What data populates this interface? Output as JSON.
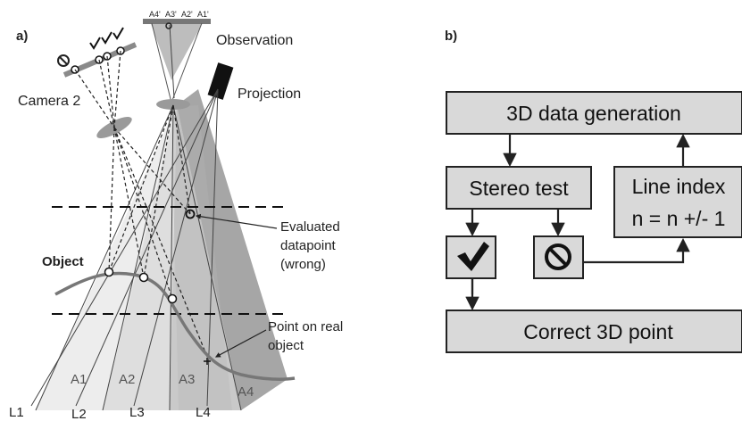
{
  "panel_a": {
    "label": "a)",
    "camera2": "Camera 2",
    "observation": "Observation",
    "projection": "Projection",
    "sensor_labels": [
      "A4'",
      "A3'",
      "A2'",
      "A1'"
    ],
    "object": "Object",
    "evaluated_1": "Evaluated",
    "evaluated_2": "datapoint",
    "evaluated_3": "(wrong)",
    "point_real_1": "Point on real",
    "point_real_2": "object",
    "areas": [
      "A1",
      "A2",
      "A3",
      "A4"
    ],
    "lines": [
      "L1",
      "L2",
      "L3",
      "L4"
    ]
  },
  "panel_b": {
    "label": "b)",
    "gen": "3D data generation",
    "stereo": "Stereo test",
    "line_index_1": "Line index",
    "line_index_2": "n = n +/- 1",
    "correct": "Correct 3D point"
  },
  "colors": {
    "area_a1": "#ededed",
    "area_a2": "#dedede",
    "area_a3": "#c9c9c9",
    "area_a4": "#a6a6a6",
    "box_fill": "#d9d9d9",
    "ink": "#222222"
  },
  "icons": [
    "check-mark-icon",
    "prohibited-icon",
    "camera-lens-icon",
    "projector-icon"
  ]
}
